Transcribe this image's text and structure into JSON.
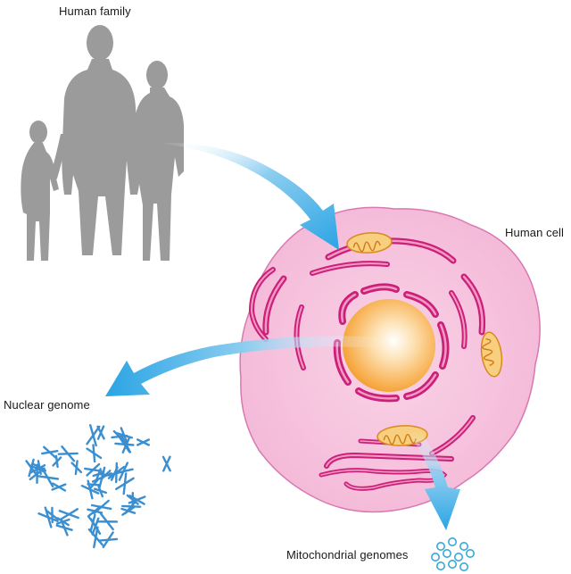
{
  "labels": {
    "human_family": "Human family",
    "human_cell": "Human cell",
    "nuclear_genome": "Nuclear genome",
    "mitochondrial_genomes": "Mitochondrial genomes"
  },
  "colors": {
    "silhouette": "#9b9b9b",
    "cell_fill": "#f7c6df",
    "cell_outline": "#d879b1",
    "organelle": "#cc1f78",
    "nucleus_core": "#f6a63c",
    "mitochondrion": "#f7cf7f",
    "arrow": "#2aa4e4",
    "chromosome": "#3b8fd0",
    "mito_dna": "#37a9d8"
  }
}
